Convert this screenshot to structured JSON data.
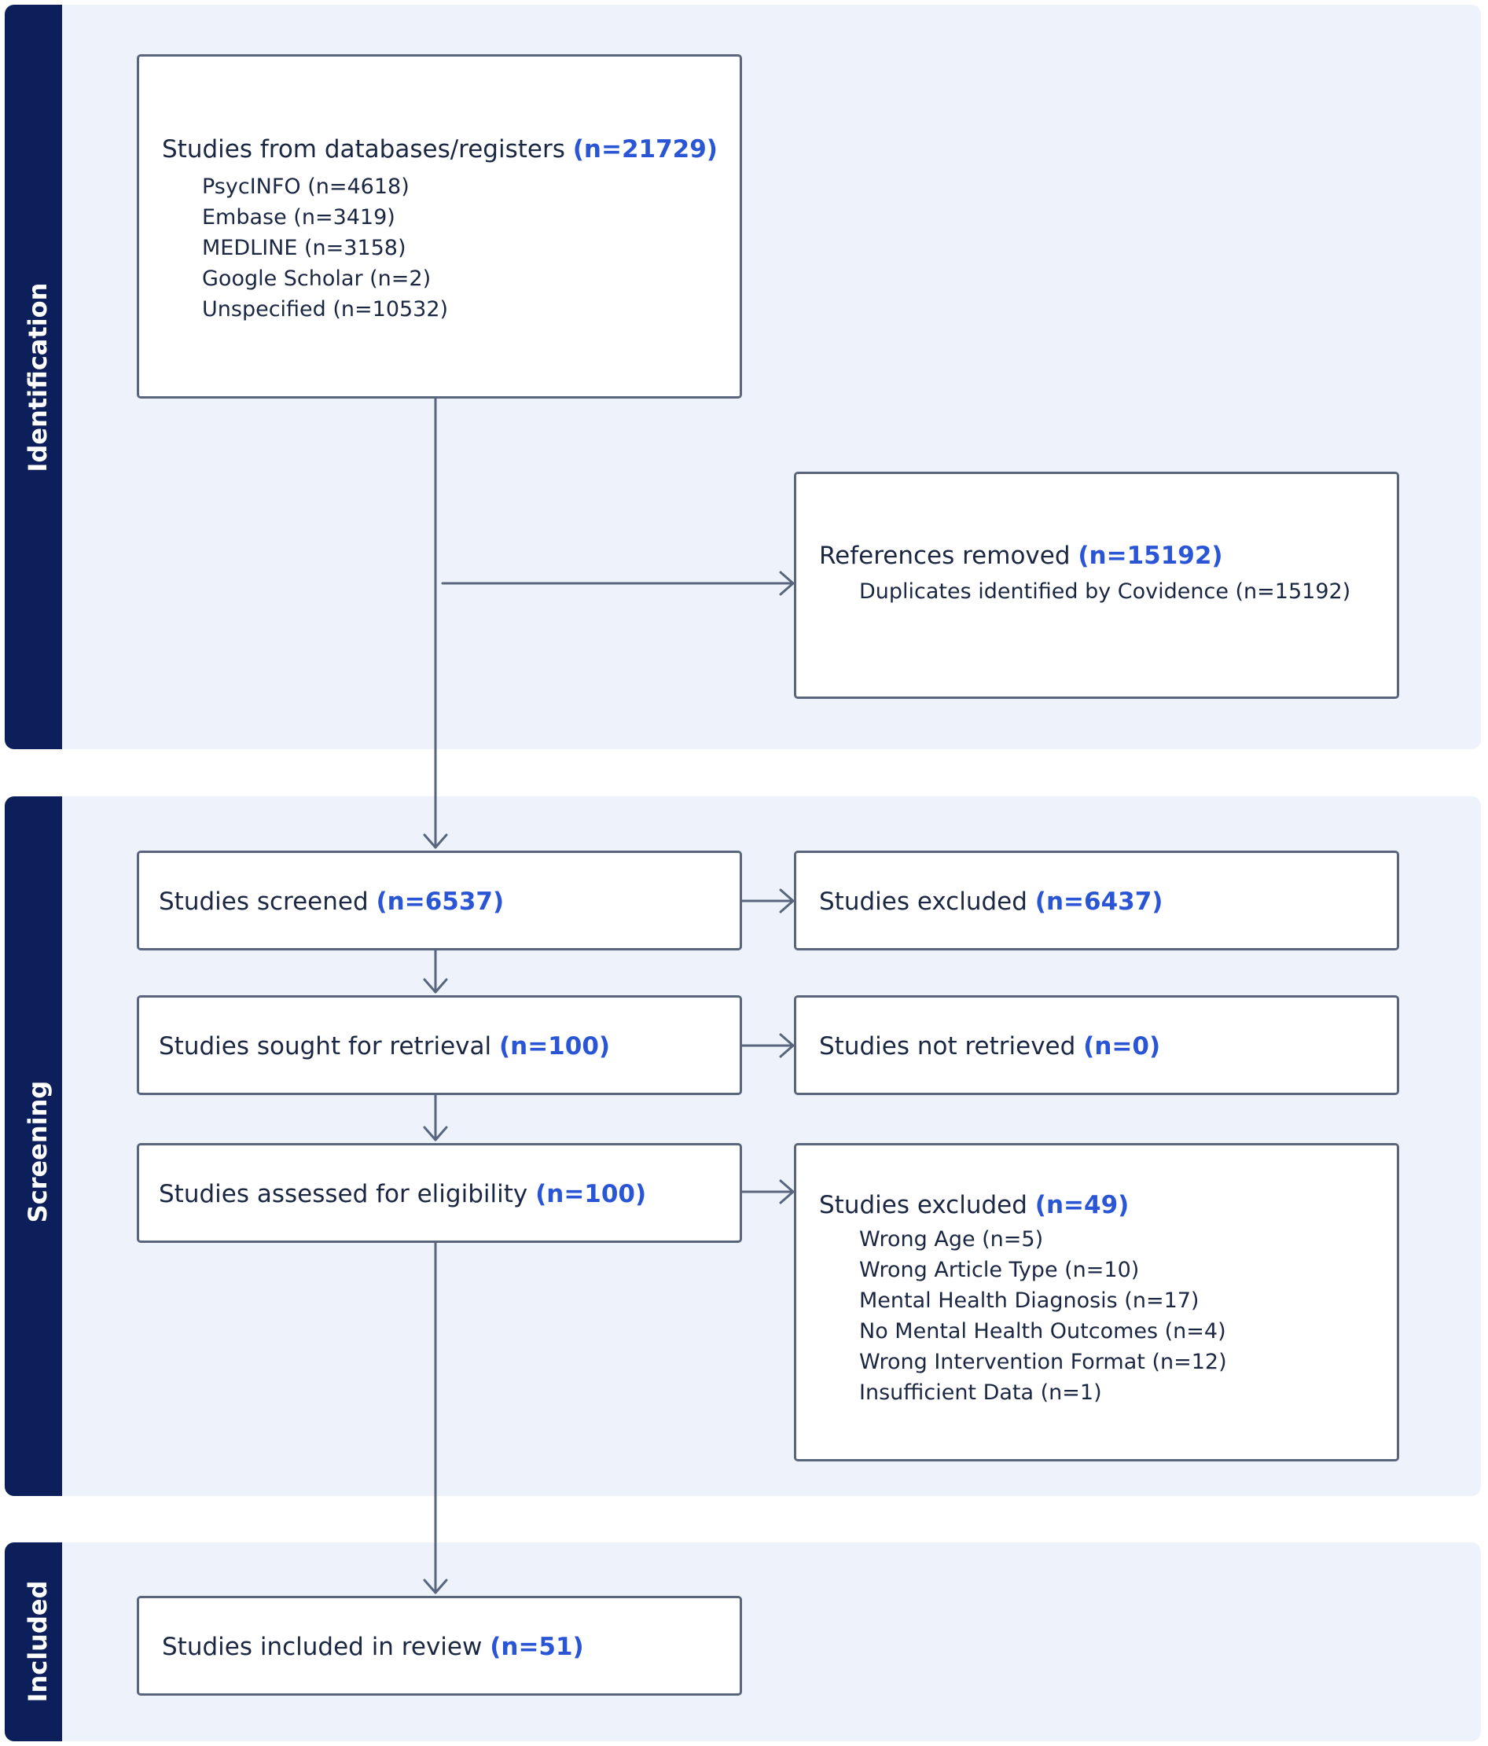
{
  "phases": {
    "identification": "Identification",
    "screening": "Screening",
    "included": "Included"
  },
  "colors": {
    "panel_background": "#eef3fb",
    "phase_bar": "#0c1f5a",
    "count_highlight": "#2a56d6",
    "connector": "#58657d"
  },
  "boxes": {
    "databases": {
      "title": "Studies from databases/registers",
      "count": "(n=21729)",
      "items": [
        "PsycINFO (n=4618)",
        "Embase (n=3419)",
        "MEDLINE (n=3158)",
        "Google Scholar (n=2)",
        "Unspecified (n=10532)"
      ]
    },
    "removed": {
      "title": "References removed",
      "count": "(n=15192)",
      "items": [
        "Duplicates identified by Covidence (n=15192)"
      ]
    },
    "screened": {
      "title": "Studies screened",
      "count": "(n=6537)"
    },
    "excluded_screening": {
      "title": "Studies excluded",
      "count": "(n=6437)"
    },
    "sought": {
      "title": "Studies sought for retrieval",
      "count": "(n=100)"
    },
    "not_retrieved": {
      "title": "Studies not retrieved",
      "count": "(n=0)"
    },
    "assessed": {
      "title": "Studies assessed for eligibility",
      "count": "(n=100)"
    },
    "excluded_eligibility": {
      "title": "Studies excluded",
      "count": "(n=49)",
      "items": [
        "Wrong Age (n=5)",
        "Wrong Article Type (n=10)",
        "Mental Health Diagnosis (n=17)",
        "No Mental Health Outcomes (n=4)",
        "Wrong Intervention Format (n=12)",
        "Insufficient Data (n=1)"
      ]
    },
    "included": {
      "title": "Studies included in review",
      "count": "(n=51)"
    }
  }
}
